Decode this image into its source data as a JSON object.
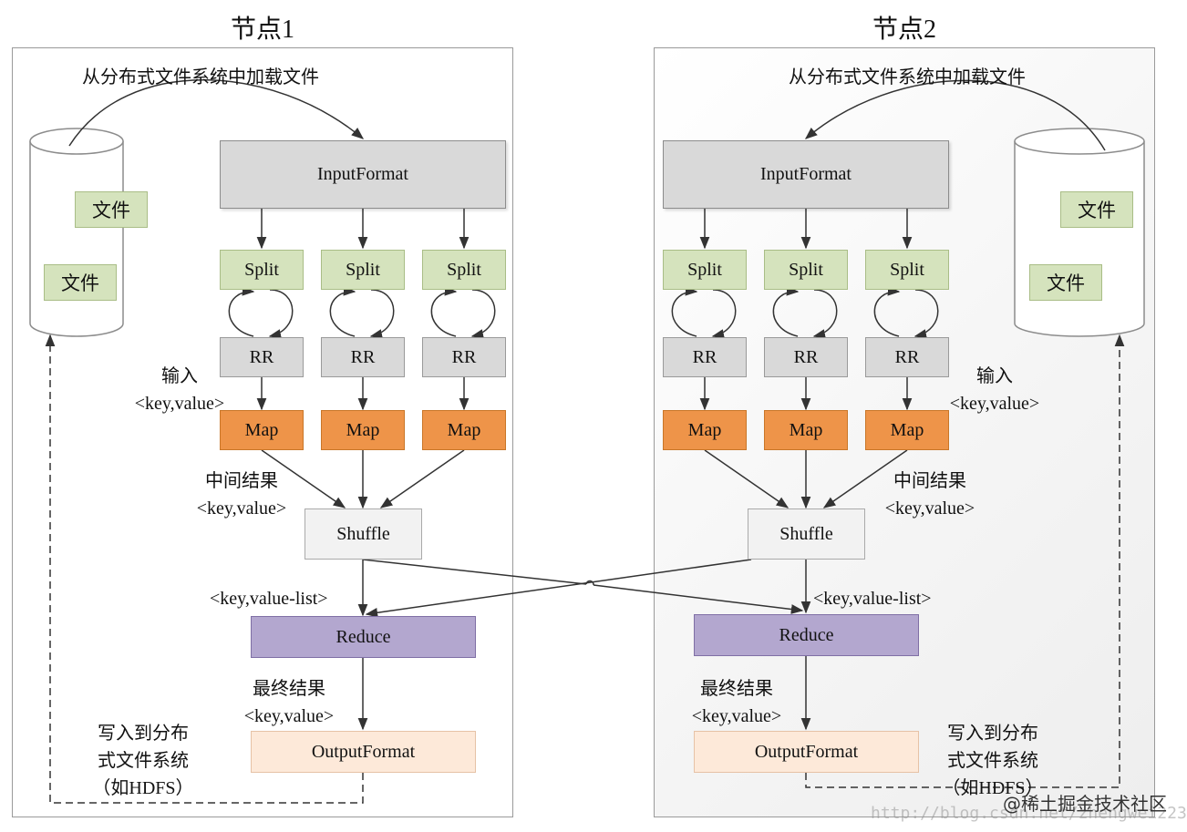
{
  "node1": {
    "title": "节点1",
    "load_label": "从分布式文件系统中加载文件",
    "files": [
      "文件",
      "文件"
    ],
    "input_format": "InputFormat",
    "splits": [
      "Split",
      "Split",
      "Split"
    ],
    "readers": [
      "RR",
      "RR",
      "RR"
    ],
    "maps": [
      "Map",
      "Map",
      "Map"
    ],
    "input_label": [
      "输入",
      "<key,value>"
    ],
    "intermediate_label": [
      "中间结果",
      "<key,value>"
    ],
    "shuffle": "Shuffle",
    "key_value_list": "<key,value-list>",
    "reduce": "Reduce",
    "final_label": [
      "最终结果",
      "<key,value>"
    ],
    "output_format": "OutputFormat",
    "write_label": [
      "写入到分布",
      "式文件系统",
      "（如HDFS）"
    ]
  },
  "node2": {
    "title": "节点2",
    "load_label": "从分布式文件系统中加载文件",
    "files": [
      "文件",
      "文件"
    ],
    "input_format": "InputFormat",
    "splits": [
      "Split",
      "Split",
      "Split"
    ],
    "readers": [
      "RR",
      "RR",
      "RR"
    ],
    "maps": [
      "Map",
      "Map",
      "Map"
    ],
    "input_label": [
      "输入",
      "<key,value>"
    ],
    "intermediate_label": [
      "中间结果",
      "<key,value>"
    ],
    "shuffle": "Shuffle",
    "key_value_list": "<key,value-list>",
    "reduce": "Reduce",
    "final_label": [
      "最终结果",
      "<key,value>"
    ],
    "output_format": "OutputFormat",
    "write_label": [
      "写入到分布",
      "式文件系统",
      "（如HDFS）"
    ]
  },
  "watermark": "http://blog.csdn.net/zhengwei223",
  "brand": "@稀土掘金技术社区"
}
